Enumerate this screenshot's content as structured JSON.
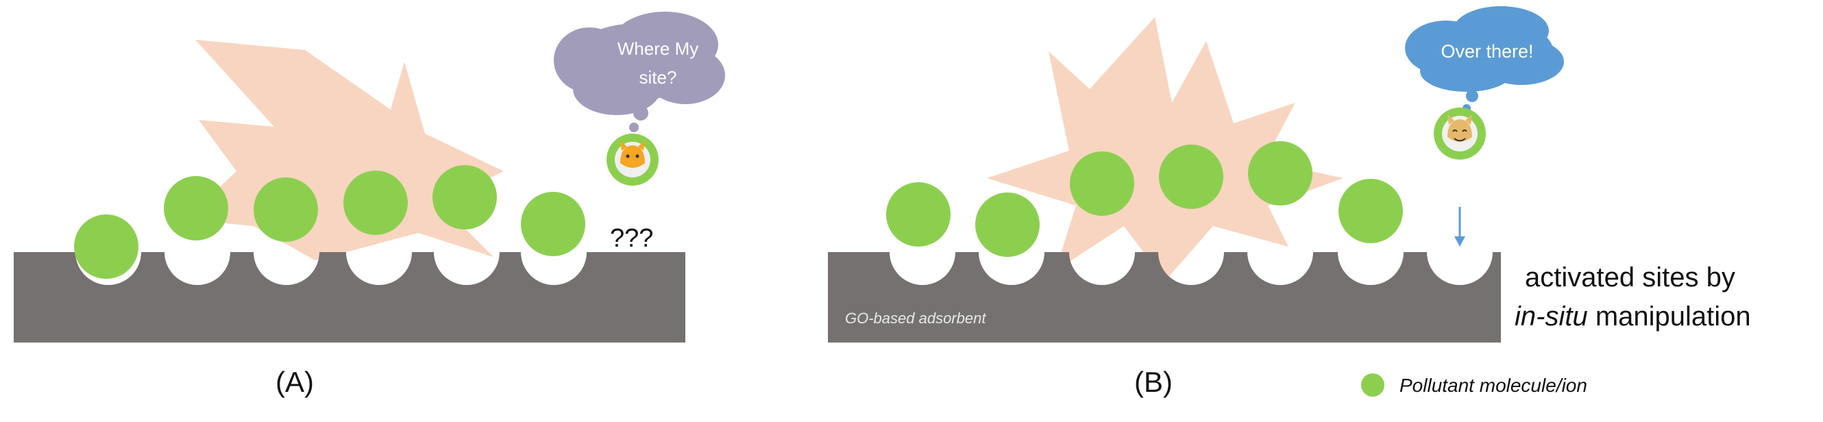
{
  "colors": {
    "substrate": "#767171",
    "pollutant": "#8ccf4f",
    "burst": "#f8d5c0",
    "bubble_a": "#a09cba",
    "bubble_b": "#5b9bd5",
    "arrow": "#5b9bd5",
    "panel_label": "#111111"
  },
  "panel_a": {
    "label": "(A)",
    "bubble_line1": "Where My",
    "bubble_line2": "site?",
    "question": "???",
    "character_icon": "confused-cat-icon"
  },
  "panel_b": {
    "label": "(B)",
    "bubble_text": "Over there!",
    "character_icon": "smiling-cat-icon",
    "substrate_label": "GO-based adsorbent",
    "side_label_line1": "activated sites by",
    "side_label_line2_italic": "in-situ",
    "side_label_line2_rest": " manipulation"
  },
  "legend": {
    "label": "Pollutant molecule/ion"
  }
}
